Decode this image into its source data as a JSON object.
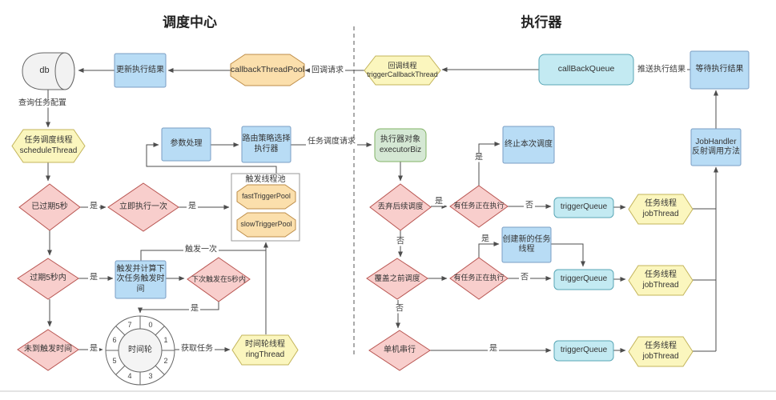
{
  "titles": {
    "scheduler": "调度中心",
    "executor": "执行器"
  },
  "labels": {
    "yes": "是",
    "no": "否",
    "callback_request": "回调请求",
    "query_task_config": "查询任务配置",
    "task_schedule_request": "任务调度请求",
    "trigger_once": "触发一次",
    "fetch_task": "获取任务",
    "push_exec_result": "推送执行结果"
  },
  "scheduler": {
    "db": "db",
    "update_result": "更新执行结果",
    "callback_pool": "callbackThreadPool",
    "schedule_thread": "任务调度线程\nscheduleThread",
    "param_process": "参数处理",
    "route_strategy": "路由策略选择\n执行器",
    "expired_5s": "已过期5秒",
    "exec_once": "立即执行一次",
    "trigger_pool_title": "触发线程池",
    "fast_pool": "fastTriggerPool",
    "slow_pool": "slowTriggerPool",
    "expired_in_5s": "过期5秒内",
    "trigger_calc": "触发并计算下\n次任务触发时\n间",
    "next_in_5s": "下次触发在5秒内",
    "not_reached": "未到触发时间",
    "ring_thread": "时间轮线程\nringThread",
    "wheel": {
      "center": "时间轮",
      "segments": [
        "0",
        "1",
        "2",
        "3",
        "4",
        "5",
        "6",
        "7"
      ]
    }
  },
  "executor": {
    "callback_thread": "回调线程\ntriggerCallbackThread",
    "callback_queue": "callBackQueue",
    "wait_result": "等待执行结果",
    "executor_biz": "执行器对象\nexecutorBiz",
    "terminate": "终止本次调度",
    "discard_later": "丢弃后续调度",
    "task_running": "有任务正在执行",
    "trigger_queue": "triggerQueue",
    "job_thread": "任务线程\njobThread",
    "create_thread": "创建新的任务\n线程",
    "override_early": "覆盖之前调度",
    "serial_exec": "单机串行",
    "job_handler": "JobHandler\n反射调用方法"
  },
  "colors": {
    "blue_fill": "#B8DCF5",
    "blue_stroke": "#7A9EC4",
    "pink_fill": "#F8CECC",
    "pink_stroke": "#B85450",
    "yellow_fill": "#FBF6BE",
    "yellow_stroke": "#C3B45A",
    "orange_fill": "#FBDFAC",
    "orange_stroke": "#BE8E4A",
    "green_fill": "#D5E8D4",
    "green_stroke": "#82B366",
    "cyan_fill": "#C3EAF2",
    "cyan_stroke": "#58A6B5",
    "line": "#4D4D4D"
  }
}
